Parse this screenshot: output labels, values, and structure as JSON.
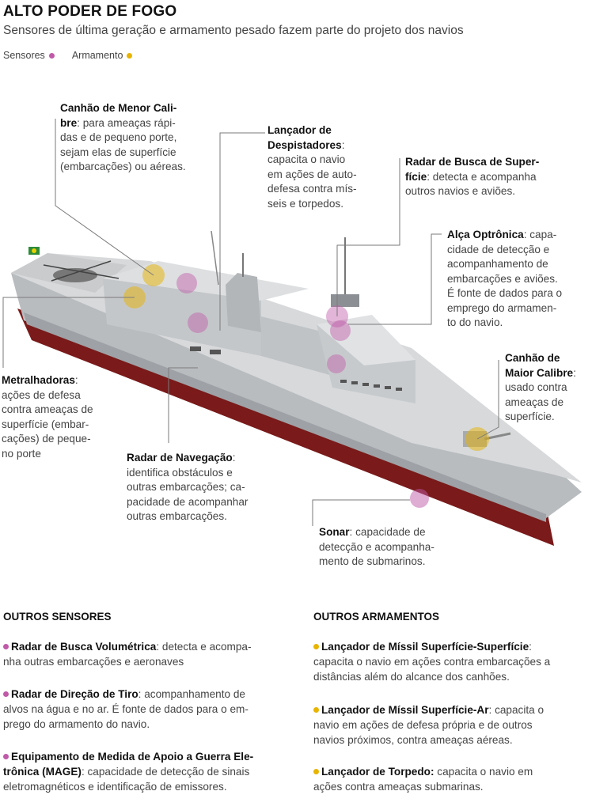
{
  "header": {
    "title": "ALTO PODER DE FOGO",
    "subtitle": "Sensores de última geração e armamento pesado fazem parte do projeto dos navios"
  },
  "legend": {
    "sensor_label": "Sensores",
    "weapon_label": "Armamento",
    "sensor_color": "#c05aa8",
    "weapon_color": "#e8b400"
  },
  "callouts": {
    "canhao_menor": {
      "label": "Canhão de Menor Cali-",
      "label2": "bre",
      "text": ": para ameaças rápi-",
      "lines": [
        "das e de pequeno porte,",
        "sejam elas de superfície",
        "(embarcações) ou aéreas."
      ]
    },
    "lancador_despistadores": {
      "label1": "Lançador de",
      "label2": "Despistadores",
      "lines": [
        "capacita o navio",
        "em ações de auto-",
        "defesa contra mís-",
        "seis e torpedos."
      ]
    },
    "radar_busca_superficie": {
      "label1": "Radar de Busca de Super-",
      "label2": "fície",
      "text": ": detecta e acompanha",
      "lines": [
        "outros navios e aviões."
      ]
    },
    "alca_optronica": {
      "label": "Alça Optrônica",
      "text": ": capa-",
      "lines": [
        "cidade de detecção e",
        "acompanhamento de",
        "embarcações e aviões.",
        "É fonte de dados para o",
        "emprego do armamen-",
        "to do navio."
      ]
    },
    "canhao_maior": {
      "label1": "Canhão de",
      "label2": "Maior Calibre",
      "lines": [
        "usado contra",
        "ameaças de",
        "superfície."
      ]
    },
    "metralhadoras": {
      "label": "Metralhadoras",
      "lines": [
        "ações de defesa",
        "contra ameaças de",
        "superfície (embar-",
        "cações) de peque-",
        "no porte"
      ]
    },
    "radar_navegacao": {
      "label": "Radar de Navegação",
      "lines": [
        "identifica obstáculos e",
        "outras embarcações; ca-",
        "pacidade de acompanhar",
        "outras embarcações."
      ]
    },
    "sonar": {
      "label": "Sonar",
      "text": ": capacidade de",
      "lines": [
        "detecção e acompanha-",
        "mento de submarinos."
      ]
    }
  },
  "outros_sensores": {
    "title": "OUTROS SENSORES",
    "items": [
      {
        "label": "Radar de Busca Volumétrica",
        "line1": ": detecta e acompa-",
        "line2": "nha outras embarcações e aeronaves",
        "line3": ""
      },
      {
        "label": "Radar de Direção de Tiro",
        "line1": ": acompanhamento de",
        "line2": "alvos na água e no ar. É fonte de dados para o em-",
        "line3": "prego do armamento do navio."
      },
      {
        "label": "Equipamento de Medida de Apoio a Guerra Ele-",
        "label2": "trônica (MAGE)",
        "line1": "",
        "line2": ": capacidade de detecção de sinais",
        "line3": "eletromagnéticos e  identificação de emissores."
      }
    ]
  },
  "outros_armamentos": {
    "title": "OUTROS ARMAMENTOS",
    "items": [
      {
        "label": "Lançador de Míssil Superfície-Superfície",
        "line1": ":",
        "line2": "capacita o navio em ações contra embarcações a",
        "line3": "distâncias além do alcance dos canhões."
      },
      {
        "label": "Lançador de Míssil Superfície-Ar",
        "line1": ": capacita o",
        "line2": "navio em ações de defesa própria e de outros",
        "line3": "navios próximos, contra ameaças aéreas."
      },
      {
        "label": "Lançador de Torpedo:",
        "line1": " capacita o navio em",
        "line2": "ações contra ameaças submarinas.",
        "line3": ""
      }
    ]
  }
}
